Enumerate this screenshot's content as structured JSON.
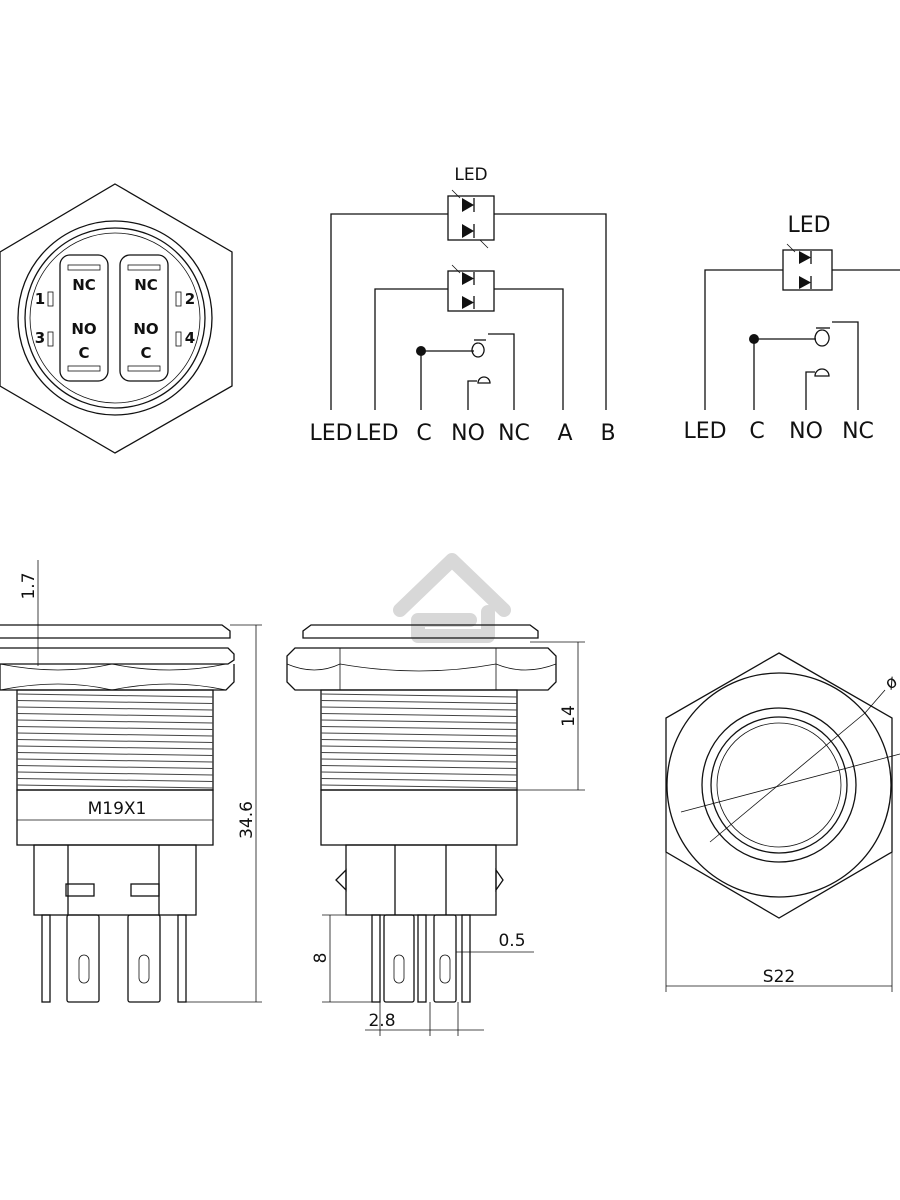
{
  "schematic_a": {
    "led_label": "LED",
    "terminals": [
      "LED",
      "LED",
      "C",
      "NO",
      "NC",
      "A",
      "B"
    ]
  },
  "schematic_b": {
    "led_label": "LED",
    "terminals": [
      "LED",
      "C",
      "NO",
      "NC"
    ]
  },
  "back_view": {
    "contacts": [
      "NC",
      "NO",
      "C",
      "NC",
      "NO",
      "C"
    ],
    "pins": [
      "1",
      "2",
      "3",
      "4"
    ]
  },
  "dimensions": {
    "flange_thickness": "1.7",
    "thread": "M19X1",
    "overall_length": "34.6",
    "thread_length": "14",
    "pin_length": "8",
    "pin_pitch": "2.8",
    "pin_thickness": "0.5",
    "hex_size": "S22",
    "ring_diameter": "ø"
  },
  "colors": {
    "line": "#111111",
    "watermark": "#d8d8d8"
  },
  "watermark_icon": "house-logo-icon"
}
